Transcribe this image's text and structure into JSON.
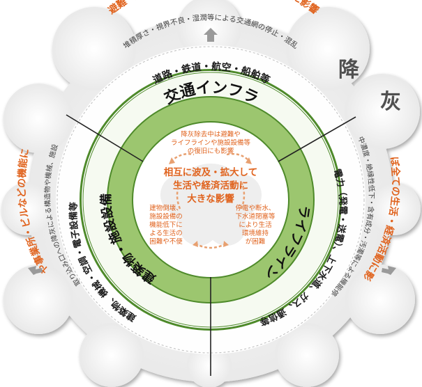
{
  "ashfall_label_1": "降",
  "ashfall_label_2": "灰",
  "outer_impacts": {
    "top": "避難（火山近傍）、物流・人流（火山遠方）に影響",
    "left": "住宅や事業所・ビルなどの機能に影響",
    "right": "ほぼ全ての生活・経済活動に影響"
  },
  "middle_ring_notes": {
    "top": "堆積厚さ・視界不良・湿潤等による交通網の停止・混乱",
    "left": "堆積重量や空気取り込み口への降灰による構造物や機械、施設設備の機能低下",
    "right": "気中濃度・絶縁性低下・含有成分・汚濁等による機能停止"
  },
  "sectors": {
    "transport": {
      "title": "交通インフラ",
      "detail": "道路・鉄道・航空・船舶等"
    },
    "lifeline": {
      "title": "ライフライン",
      "detail": "電力（発電・送電）、上下水道、ガス、通信等"
    },
    "buildings": {
      "title": "建築物・施設設備",
      "detail": "建築物、機械・空調・電子設備等"
    }
  },
  "center_text": [
    "相互に波及・拡大して",
    "生活や経済活動に",
    "大きな影響"
  ],
  "inner_notes": {
    "top": [
      "降灰除去中は避難や",
      "ライフラインや施設設備等",
      "の復旧にも影響"
    ],
    "left": [
      "建物倒壊、",
      "施設設備の",
      "機能低下に",
      "よる生活の",
      "困難や不便"
    ],
    "right": [
      "停電や断水、",
      "下水道閉塞等",
      "により生活",
      "環境維持",
      "が困難"
    ]
  },
  "colors": {
    "outer_ring": "#f0f0f0",
    "middle_band": "#ffffff",
    "green_dark": "#4e8a2a",
    "green_light": "#9cc66f",
    "orange_text": "#e0631e",
    "gray_text": "#404040",
    "arrow_gray": "#9a9a9a"
  }
}
